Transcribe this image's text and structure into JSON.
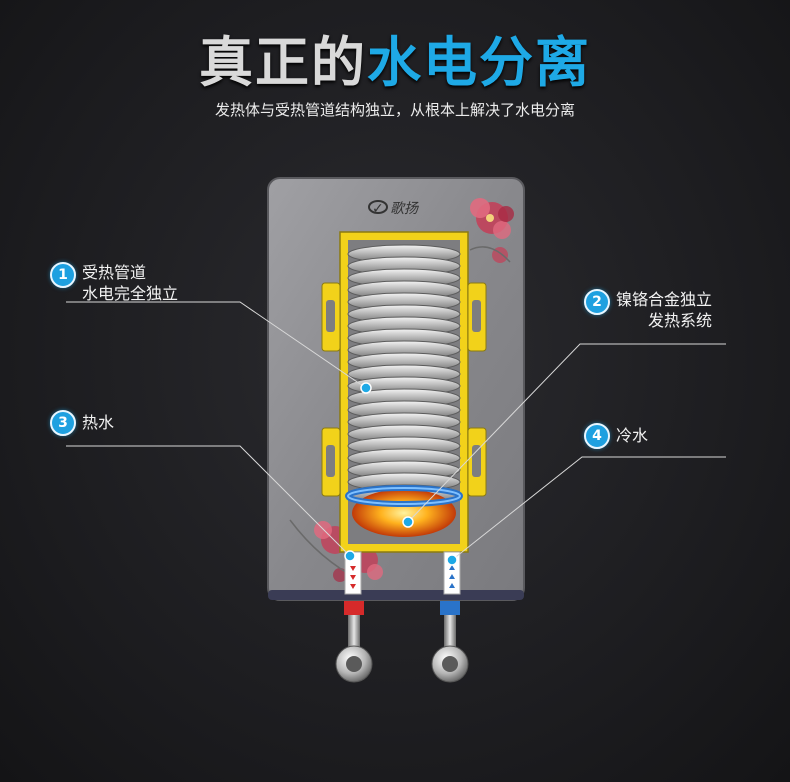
{
  "headline": {
    "part1": "真正的",
    "part2": "水电分离"
  },
  "subtitle": "发热体与受热管道结构独立，从根本上解决了水电分离",
  "brand": {
    "mark": "✓",
    "name": "歌扬"
  },
  "callouts": [
    {
      "number": "1",
      "line1": "受热管道",
      "line2": "水电完全独立"
    },
    {
      "number": "2",
      "line1": "镍铬合金独立",
      "line2": "发热系统"
    },
    {
      "number": "3",
      "line1": "热水"
    },
    {
      "number": "4",
      "line1": "冷水"
    }
  ],
  "colors": {
    "accent": "#1ea9e6",
    "frame": "#f2d21a",
    "hot": "#d62a2a",
    "cold": "#2a73c9",
    "panel": "#8c8c90"
  }
}
